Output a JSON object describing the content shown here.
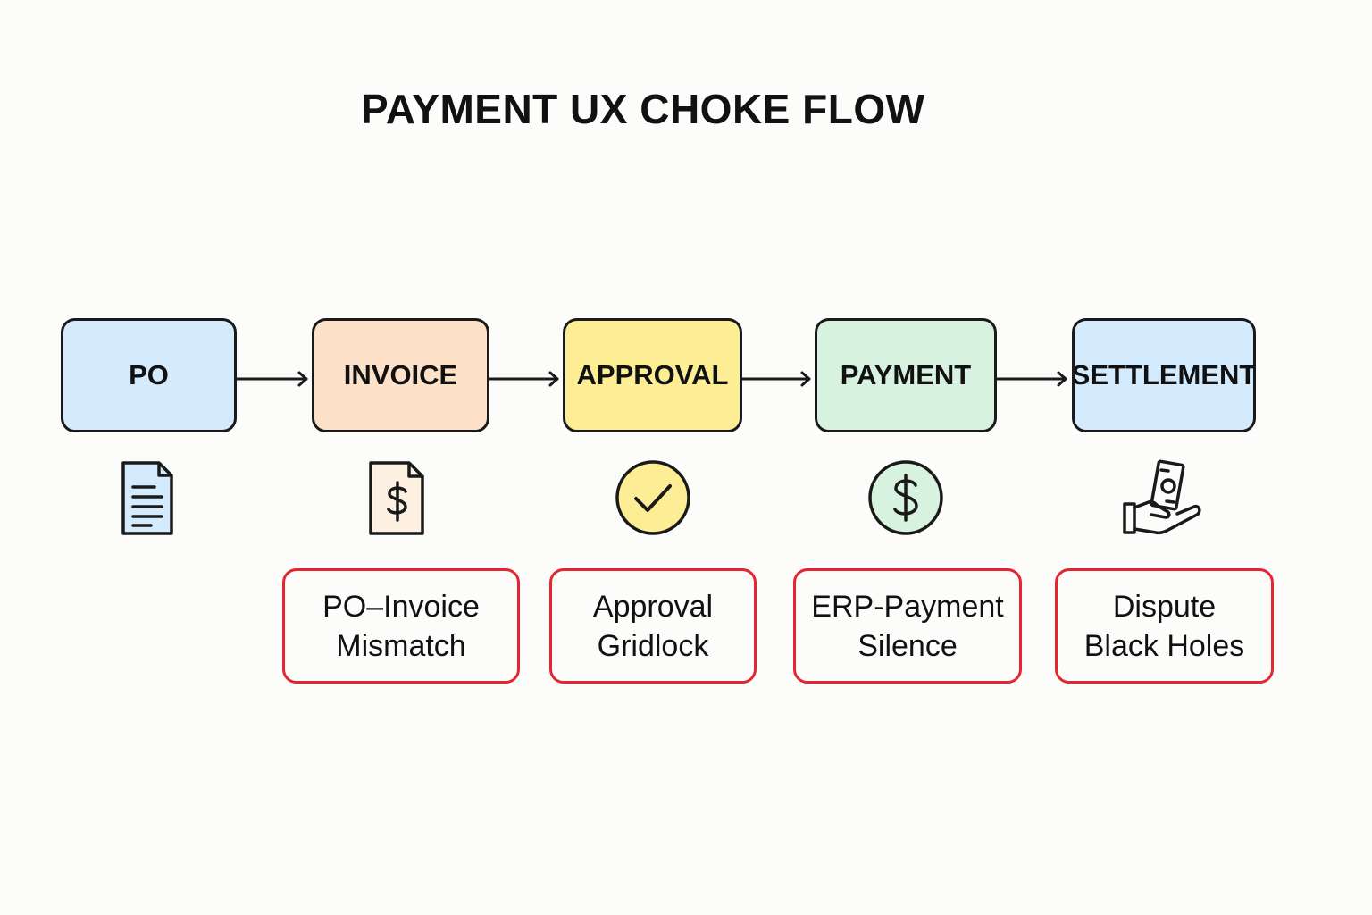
{
  "title": "PAYMENT UX CHOKE FLOW",
  "stages": [
    {
      "label": "PO",
      "icon": "document-icon",
      "color": "#d4eafd"
    },
    {
      "label": "INVOICE",
      "icon": "invoice-dollar-icon",
      "color": "#fde1c8"
    },
    {
      "label": "APPROVAL",
      "icon": "checkmark-circle-icon",
      "color": "#fdee96"
    },
    {
      "label": "PAYMENT",
      "icon": "dollar-circle-icon",
      "color": "#d7f2df"
    },
    {
      "label": "SETTLEMENT",
      "icon": "hand-money-icon",
      "color": "#d4eafd"
    }
  ],
  "pain_points": [
    {
      "line1": "PO–Invoice",
      "line2": "Mismatch"
    },
    {
      "line1": "Approval",
      "line2": "Gridlock"
    },
    {
      "line1": "ERP-Payment",
      "line2": "Silence"
    },
    {
      "line1": "Dispute",
      "line2": "Black Holes"
    }
  ],
  "colors": {
    "stroke": "#1a1a1a",
    "pain_border": "#e3262f",
    "background": "#fcfcfb"
  }
}
